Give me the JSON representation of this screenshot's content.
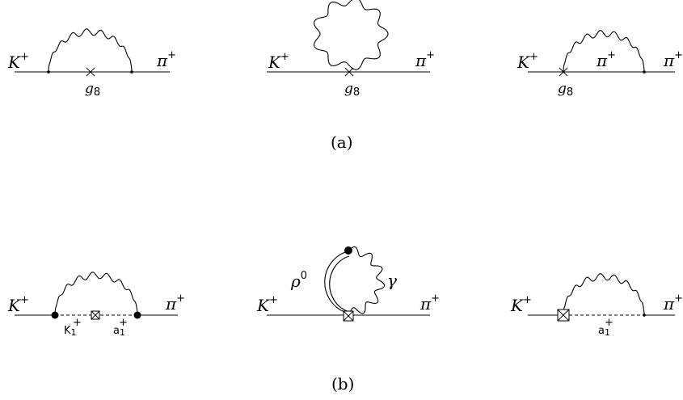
{
  "figure": {
    "caption_a": "(a)",
    "caption_b": "(b)",
    "labels": {
      "kaon": "K",
      "pion": "π",
      "plus": "+",
      "coupling": "g",
      "coupling_sub": "8",
      "rho": "ρ",
      "rho_sup": "0",
      "photon": "γ",
      "k1": "K",
      "k1_sub": "1",
      "a1": "a",
      "a1_sub": "1"
    }
  }
}
